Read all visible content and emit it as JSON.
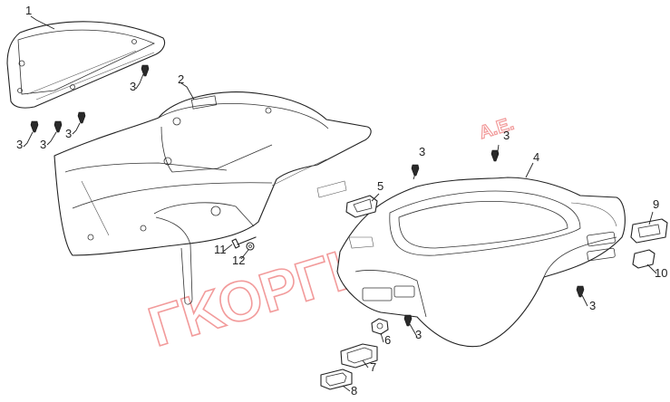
{
  "watermark": {
    "main": "ΓΚΟΡΓΚΟΛΗΣ",
    "suffix": "Α.Ε."
  },
  "callouts": {
    "c1": "1",
    "c2": "2",
    "c3a": "3",
    "c3b": "3",
    "c3c": "3",
    "c3d": "3",
    "c3e": "3",
    "c3f": "3",
    "c3g": "3",
    "c3h": "3",
    "c4": "4",
    "c5": "5",
    "c6": "6",
    "c7": "7",
    "c8": "8",
    "c9": "9",
    "c10": "10",
    "c11": "11",
    "c12": "12"
  }
}
